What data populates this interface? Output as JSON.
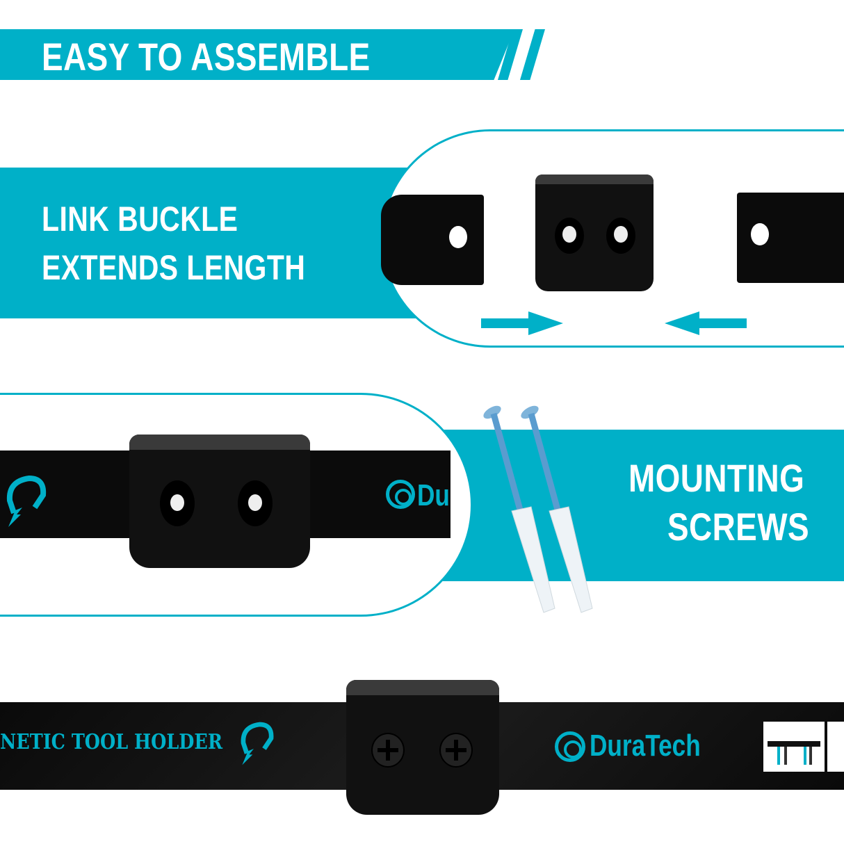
{
  "colors": {
    "accent": "#00b0c8",
    "product": "#0b0b0b",
    "background": "#ffffff",
    "text_on_accent": "#ffffff"
  },
  "banner": {
    "title": "EASY TO ASSEMBLE",
    "slashes": 2
  },
  "section_link_buckle": {
    "line1": "LINK BUCKLE",
    "line2": "EXTENDS LENGTH",
    "arrows": [
      "arrow-right-icon",
      "arrow-left-icon"
    ]
  },
  "section_mounting": {
    "line1": "MOUNTING",
    "line2": "SCREWS",
    "items": [
      "screw",
      "screw",
      "wall-anchor",
      "wall-anchor"
    ]
  },
  "product_bar": {
    "label_text": "NETIC TOOL HOLDER",
    "brand": "DuraTech",
    "brand_partial": "Du"
  }
}
